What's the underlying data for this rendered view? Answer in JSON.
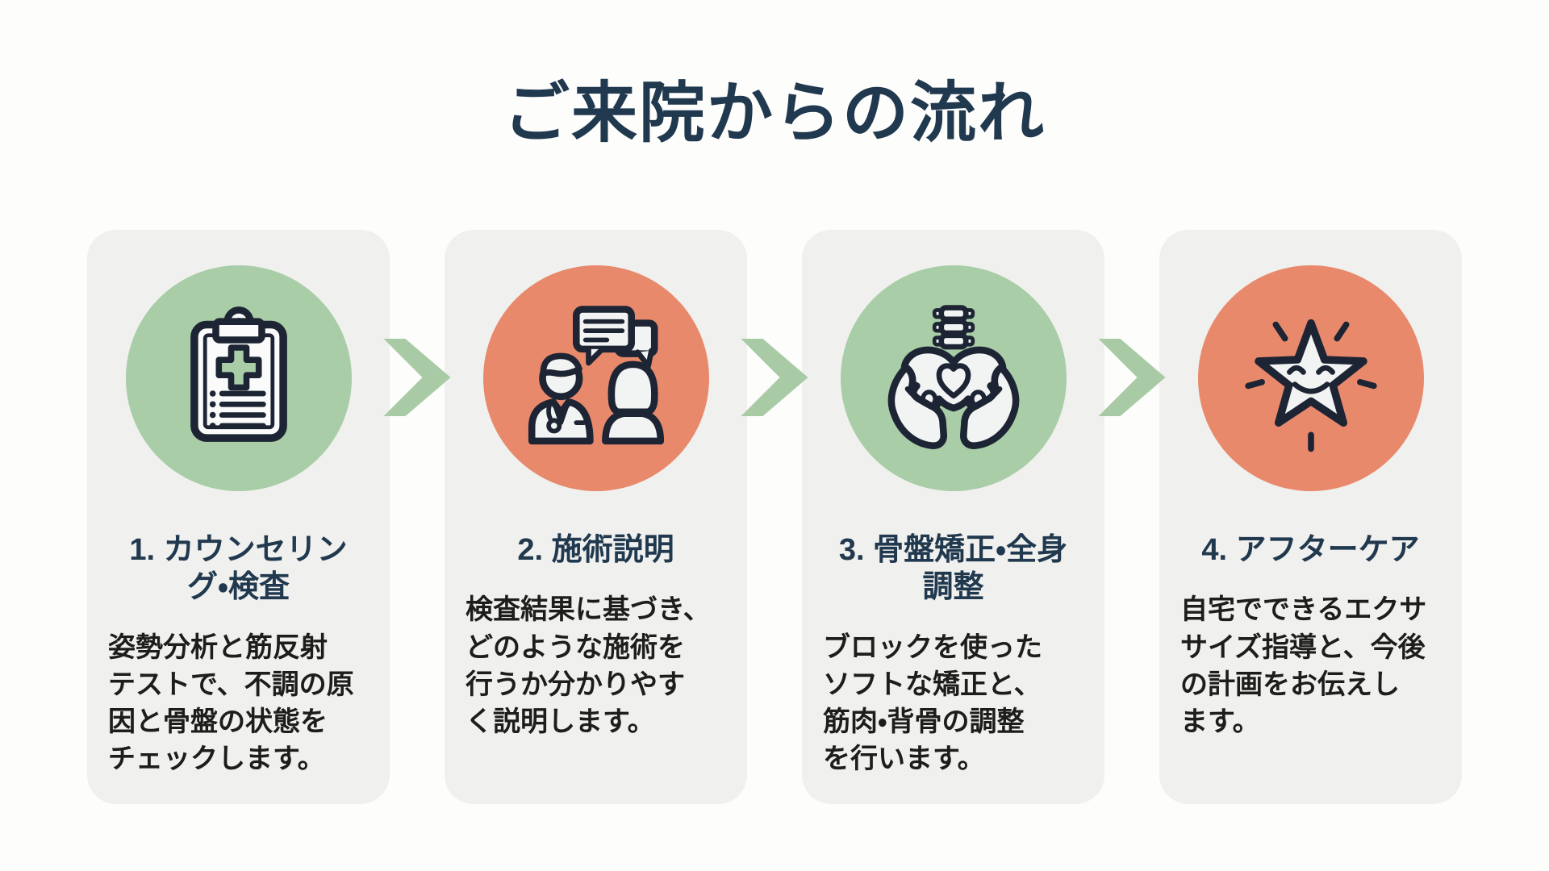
{
  "title": "ご来院からの流れ",
  "colors": {
    "page_background": "#fdfdfc",
    "card_background": "#f0f0ee",
    "accent_green": "#a9cda7",
    "accent_salmon": "#e8896c",
    "arrow_green": "#a8cba6",
    "heading_navy": "#21394f",
    "body_text": "#1d1d1b",
    "icon_outline": "#1d2433"
  },
  "steps": [
    {
      "title": "1. カウンセリング・検査",
      "description": "姿勢分析と筋反射\nテストで、不調の原\n因と骨盤の状態を\nチェックします。",
      "icon": "clipboard-medical-icon",
      "circle_color": "#a9cda7"
    },
    {
      "title": "2. 施術説明",
      "description": "検査結果に基づき、\nどのような施術を\n行うか分かりやす\nく説明します。",
      "icon": "doctor-patient-consultation-icon",
      "circle_color": "#e8896c"
    },
    {
      "title": "3. 骨盤矯正・全身調整",
      "description": "ブロックを使った\nソフトな矯正と、\n筋肉・背骨の調整\nを行います。",
      "icon": "hands-holding-pelvis-icon",
      "circle_color": "#a9cda7"
    },
    {
      "title": "4. アフターケア",
      "description": "自宅でできるエクサ\nサイズ指導と、今後\nの計画をお伝えし\nます。",
      "icon": "smiling-star-icon",
      "circle_color": "#e8896c"
    }
  ]
}
